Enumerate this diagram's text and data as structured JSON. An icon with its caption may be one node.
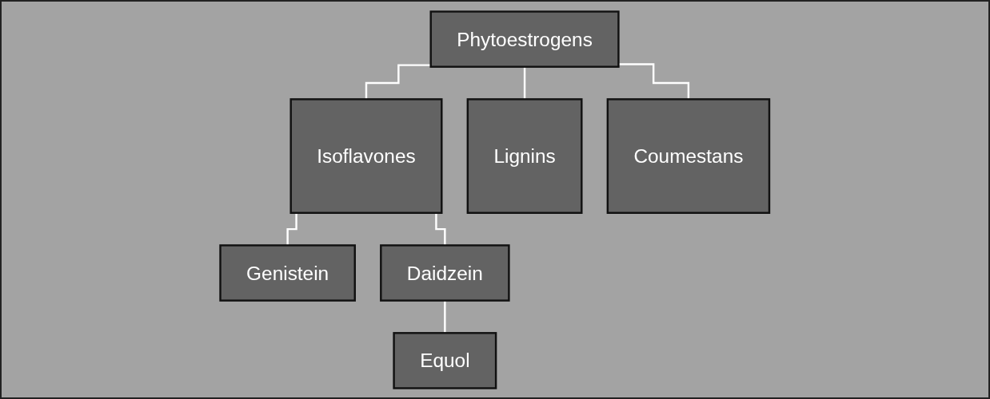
{
  "diagram": {
    "nodes": [
      {
        "text": [
          "Phytoestrogens"
        ]
      },
      {
        "text": [
          "Isoflavones"
        ]
      },
      {
        "text": [
          "Lignins"
        ]
      },
      {
        "text": [
          "Coumestans"
        ]
      },
      {
        "text": [
          "Genistein"
        ]
      },
      {
        "text": [
          "Daidzein"
        ]
      },
      {
        "text": [
          "Equol"
        ]
      }
    ],
    "edges": [
      {
        "from": 0,
        "to": 1,
        "arrow": "none"
      },
      {
        "from": 0,
        "to": 2,
        "arrow": "none"
      },
      {
        "from": 0,
        "to": 3,
        "arrow": "none"
      },
      {
        "from": 1,
        "to": 4,
        "arrow": "none"
      },
      {
        "from": 1,
        "to": 5,
        "arrow": "none"
      },
      {
        "from": 5,
        "to": 6,
        "arrow": "none"
      }
    ]
  }
}
